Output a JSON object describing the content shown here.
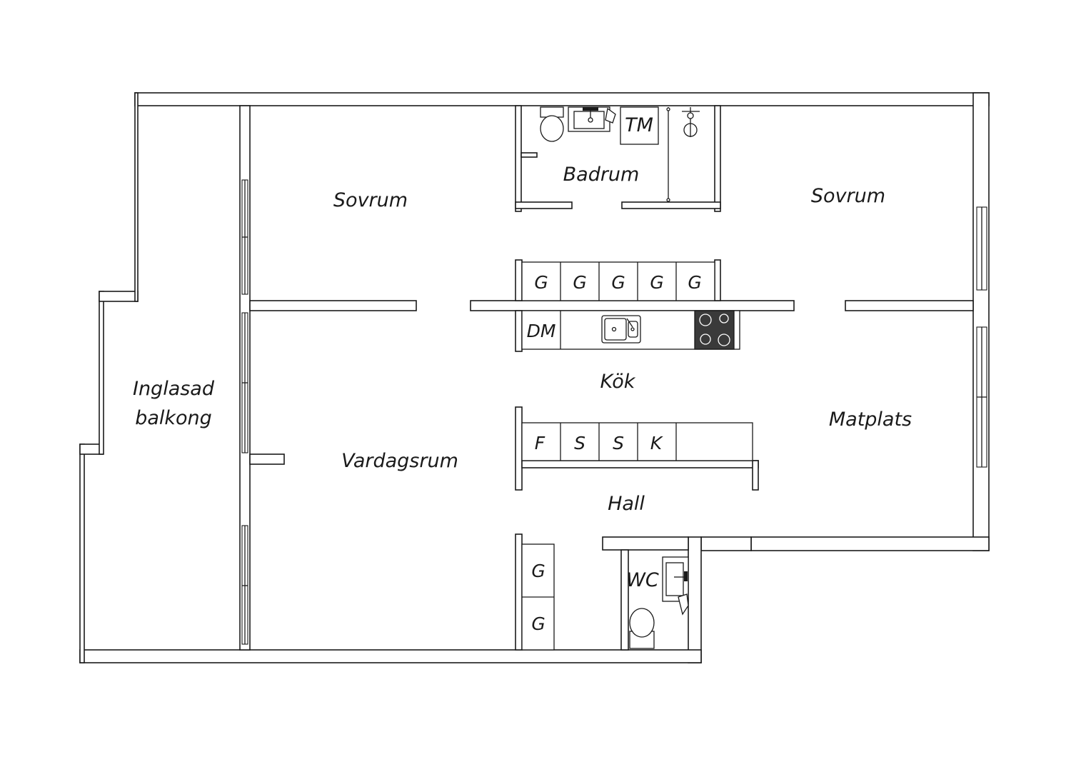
{
  "rooms": {
    "sovrum_left": "Sovrum",
    "badrum": "Badrum",
    "tm": "TM",
    "sovrum_right": "Sovrum",
    "balkong_line1": "Inglasad",
    "balkong_line2": "balkong",
    "vardagsrum": "Vardagsrum",
    "kok": "Kök",
    "matplats": "Matplats",
    "hall": "Hall",
    "wc": "WC"
  },
  "cabinets": {
    "upper": [
      "G",
      "G",
      "G",
      "G",
      "G"
    ],
    "dishwasher": "DM",
    "lower": [
      "F",
      "S",
      "S",
      "K"
    ],
    "hall_closet": [
      "G",
      "G"
    ]
  },
  "colors": {
    "line": "#1a1a1a",
    "background": "#ffffff",
    "stove": "#3a3a3a"
  }
}
